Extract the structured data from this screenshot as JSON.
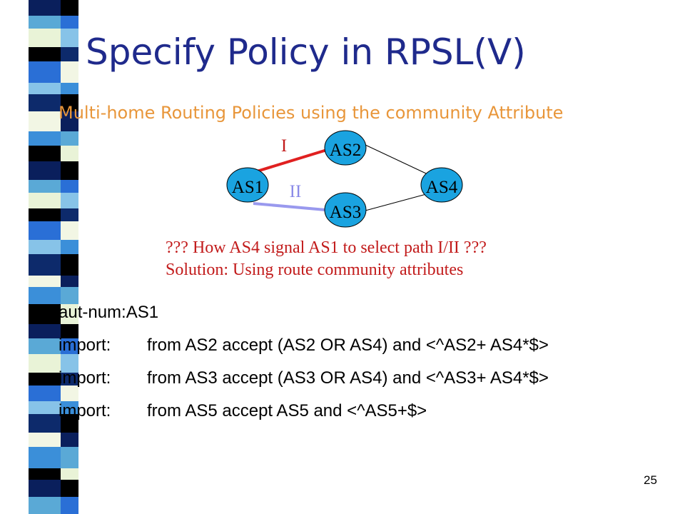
{
  "slide": {
    "title": "Specify Policy in RPSL(V)",
    "subtitle": "Multi-home Routing Policies using the community Attribute",
    "page_number": "25"
  },
  "diagram": {
    "nodes": [
      {
        "id": "AS1",
        "label": "AS1"
      },
      {
        "id": "AS2",
        "label": "AS2"
      },
      {
        "id": "AS3",
        "label": "AS3"
      },
      {
        "id": "AS4",
        "label": "AS4"
      }
    ],
    "path_labels": {
      "path1": "I",
      "path2": "II"
    },
    "colors": {
      "node_fill": "#1aa3e0",
      "path1": "#e02020",
      "path2": "#9999ee",
      "path_label2": "#8a8ae8"
    }
  },
  "question": {
    "line1": "??? How AS4 signal AS1 to select path I/II ???",
    "line2": "Solution: Using route community attributes"
  },
  "policy": {
    "header": "aut-num:AS1",
    "lines": [
      {
        "key": "import:",
        "value": "from AS2 accept (AS2 OR AS4) and <^AS2+ AS4*$>"
      },
      {
        "key": "import:",
        "value": "from AS3 accept (AS3 OR AS4) and <^AS3+ AS4*$>"
      },
      {
        "key": "import:",
        "value": "from AS5 accept AS5 and <^AS5+$>"
      }
    ]
  },
  "colors": {
    "title": "#1f2a8c",
    "subtitle": "#e8963a",
    "question": "#c21b1b"
  }
}
